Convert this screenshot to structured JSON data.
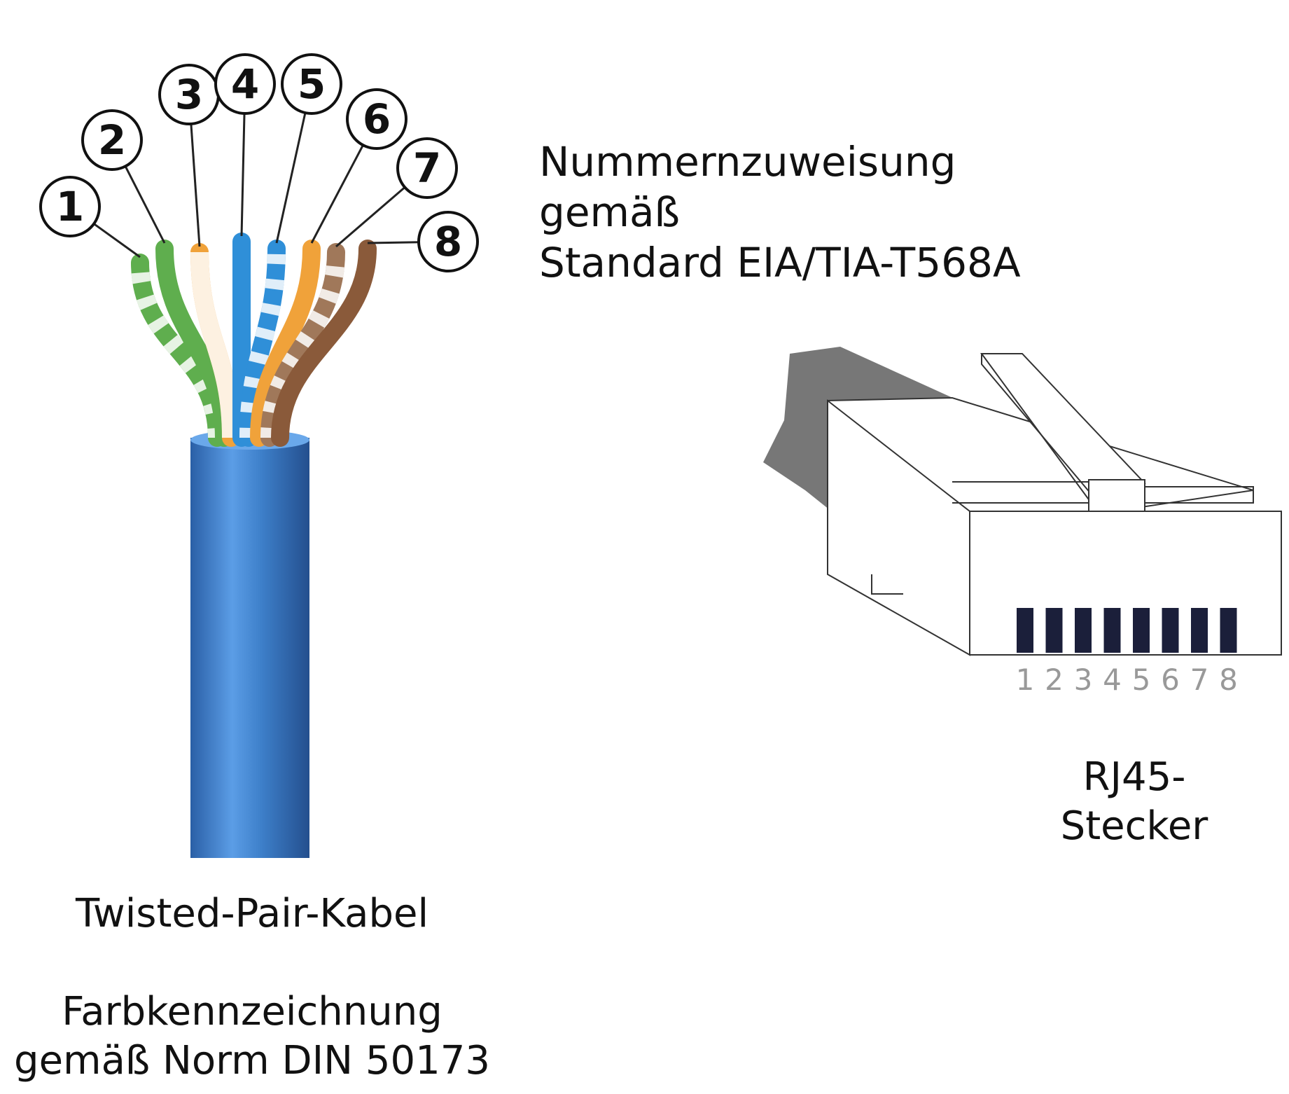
{
  "heading": {
    "line1": "Nummernzuweisung gemäß",
    "line2": "Standard EIA/TIA-T568A"
  },
  "cable": {
    "caption": "Twisted-Pair-Kabel",
    "norm_line1": "Farbkennzeichnung",
    "norm_line2": "gemäß Norm DIN 50173",
    "wire_numbers": [
      "1",
      "2",
      "3",
      "4",
      "5",
      "6",
      "7",
      "8"
    ],
    "wire_colors": [
      "#5fae4e",
      "#5fae4e",
      "#f0a23a",
      "#2f8fd8",
      "#2f8fd8",
      "#f0a23a",
      "#a0785a",
      "#8a5a3a"
    ],
    "jacket_color": "#3d7fc9"
  },
  "plug": {
    "caption_line1": "RJ45-",
    "caption_line2": "Stecker",
    "pin_numbers": [
      "1",
      "2",
      "3",
      "4",
      "5",
      "6",
      "7",
      "8"
    ]
  }
}
